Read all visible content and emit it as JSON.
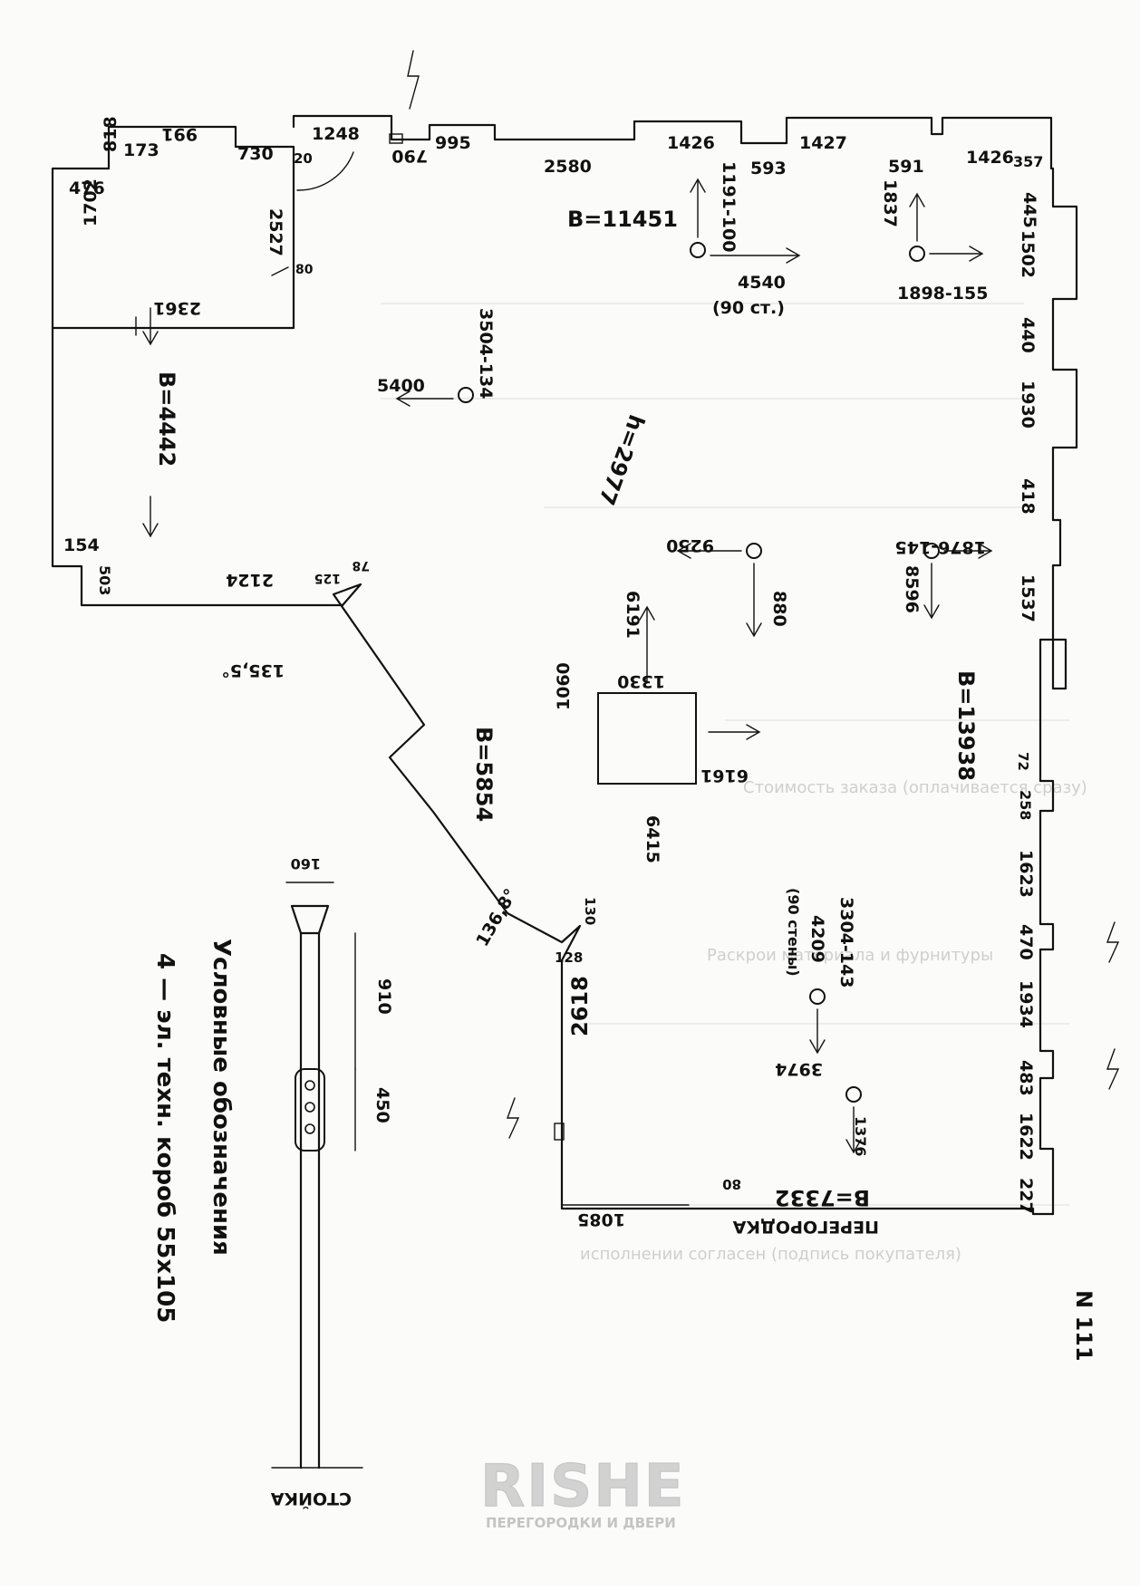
{
  "top_wall": [
    "818",
    "173",
    "991",
    "730",
    "1248",
    "790",
    "995",
    "2580",
    "1426",
    "593",
    "1427",
    "591",
    "1426",
    "357",
    "20"
  ],
  "right_wall": [
    "445",
    "1502",
    "440",
    "1930",
    "418",
    "1537",
    "72",
    "258",
    "1623",
    "470",
    "1934",
    "483",
    "1622",
    "227"
  ],
  "left_wall": [
    "476",
    "1702",
    "2527",
    "80",
    "2361",
    "154",
    "503",
    "2124",
    "125",
    "78"
  ],
  "heights": {
    "b_top": "B=11451",
    "b_left": "B=4442",
    "b_right": "B=13938",
    "b_diag": "B=5854",
    "b_bottom": "B=7332",
    "h": "h=2977"
  },
  "points": {
    "p1_h": "1191-100",
    "p1_v": "4540",
    "p1_note": "(90 ст.)",
    "p2_h": "1837",
    "p2_v": "1898-155",
    "p3_h": "3504-134",
    "p3_v": "5400",
    "p4_h": "9250",
    "p4_v": "880",
    "p5_h": "1876-145",
    "p5_v": "8596",
    "p6_h": "3304-143",
    "p6_v": "4209",
    "p6_note": "(90 стены)",
    "p7_h": "3974",
    "p7_v": "1376"
  },
  "column": {
    "size": "1060",
    "top": "6191",
    "top2": "1330",
    "right": "6161",
    "bottom": "6415"
  },
  "angles": {
    "a1": "135,5°",
    "a2": "136,8°",
    "n1": "130",
    "n2": "128"
  },
  "lower_room": {
    "left_side": "2618",
    "bottom": "1085",
    "mark": "80",
    "partition": "ПЕРЕГОРОДКА"
  },
  "legend": {
    "title": "Условные обозначения",
    "line": "4 — эл. техн. короб 55х105",
    "rack_label": "СТОЙКА",
    "rack_width": "160",
    "rack_dim1": "910",
    "rack_dim2": "450"
  },
  "sheet_number": "N 111",
  "logo": {
    "brand": "RISHE",
    "tagline": "ПЕРЕГОРОДКИ И ДВЕРИ"
  }
}
